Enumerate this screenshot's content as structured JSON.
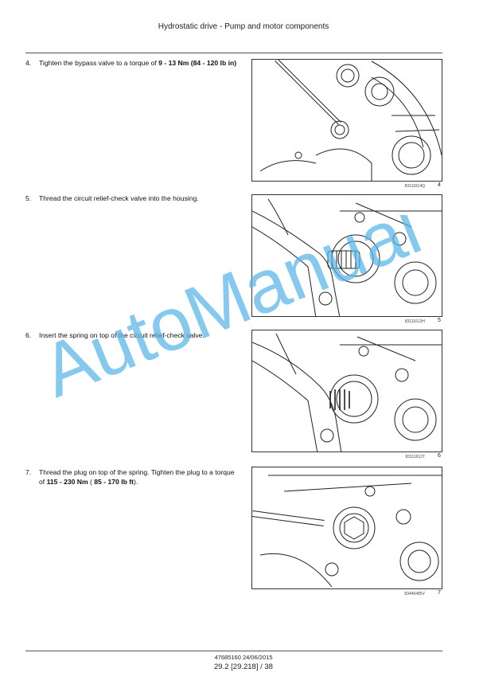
{
  "header": {
    "title": "Hydrostatic drive - Pump and motor components"
  },
  "steps": [
    {
      "num": "4.",
      "text_a": "Tighten the bypass valve to a torque of ",
      "bold_a": "9 - 13 Nm (84 - 120 lb in)",
      "text_b": "",
      "bold_b": "",
      "text_c": ""
    },
    {
      "num": "5.",
      "text_a": "Thread the circuit relief-check valve into the housing.",
      "bold_a": "",
      "text_b": "",
      "bold_b": "",
      "text_c": ""
    },
    {
      "num": "6.",
      "text_a": "Insert the spring on top of the circuit relief-check valve.",
      "bold_a": "",
      "text_b": "",
      "bold_b": "",
      "text_c": ""
    },
    {
      "num": "7.",
      "text_a": "Thread the plug on top of the spring.  Tighten the plug to a torque of ",
      "bold_a": "115 - 230 Nm",
      "text_b": " ( ",
      "bold_b": "85 - 170 lb ft",
      "text_c": ")."
    }
  ],
  "figures": [
    {
      "code": "83111614Q",
      "number": "4"
    },
    {
      "code": "83111613H",
      "number": "5"
    },
    {
      "code": "83111612T",
      "number": "6"
    },
    {
      "code": "83445485V",
      "number": "7"
    }
  ],
  "watermark": {
    "text": "AutoManual",
    "color": "#56b4e9"
  },
  "footer": {
    "doc_ref": "47685160 24/06/2015",
    "page_ref": "29.2 [29.218] / 38"
  }
}
